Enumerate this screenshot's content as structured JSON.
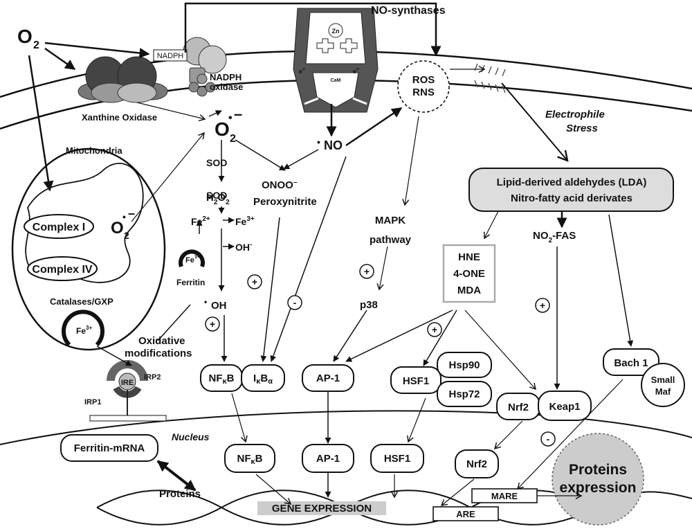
{
  "molecules": {
    "o2": "O",
    "o2_sub": "2",
    "superoxide": "O",
    "superoxide_sub": "2",
    "superoxide_charge": "–",
    "superoxide_dot": "•",
    "mito_o2": "O",
    "mito_o2_sub": "2",
    "mito_o2_charge": "–",
    "mito_o2_dot": "•",
    "no_dot": "•",
    "no": "NO",
    "sod": "SOD",
    "h2o2": "H",
    "h2o2_sub1": "2",
    "h2o2_o": "O",
    "h2o2_sub2": "2",
    "fe2": "Fe",
    "fe2_sup": "2+",
    "fe3": "Fe",
    "fe3_sup": "3+",
    "oh_minus": "OH",
    "oh_minus_sup": "-",
    "oh_radical_dot": "•",
    "oh_radical": "OH",
    "onoo": "ONOO",
    "onoo_sup": "–",
    "peroxynitrite": "Peroxynitrite",
    "ferritin_fe": "Fe",
    "ferritin_fe_sup": "3+",
    "ferritin": "Ferritin",
    "mito_fe": "Fe",
    "mito_fe_sup": "3+"
  },
  "enzymes": {
    "nadph_box": "NADPH",
    "nadph_oxidase_line1": "NADPH",
    "nadph_oxidase_line2": "oxidase",
    "xanthine_oxidase": "Xanthine Oxidase",
    "no_synthases": "NO-synthases",
    "nos_zn": "Zn",
    "nos_cam": "CaM",
    "nos_e_left": "e",
    "nos_e_right": "e",
    "nos_e_sup": "+"
  },
  "mitochondria": {
    "title": "Mitochondria",
    "complex1": "Complex I",
    "complex4": "Complex IV",
    "catalases": "Catalases/GXP"
  },
  "ros": {
    "line1": "ROS",
    "line2": "RNS"
  },
  "electrophile": {
    "line1": "Electrophile",
    "line2": "Stress"
  },
  "lda": {
    "line1": "Lipid-derived aldehydes (LDA)",
    "line2": "Nitro-fatty acid derivates"
  },
  "aldehydes": {
    "a1": "HNE",
    "a2": "4-ONE",
    "a3": "MDA"
  },
  "no2fas": {
    "prefix": "NO",
    "sub": "2",
    "suffix": "-FAS"
  },
  "mapk": {
    "line1": "MAPK",
    "line2": "pathway"
  },
  "p38": "p38",
  "oxidative": {
    "line1": "Oxidative",
    "line2": "modifications"
  },
  "iron_regulation": {
    "irp1": "IRP1",
    "irp2": "IRP2",
    "ire": "IRE"
  },
  "factors": {
    "nfkb": "NF",
    "nfkb_sub": "κ",
    "nfkb_b": "B",
    "ikba_i": "I",
    "ikba_sub1": "κ",
    "ikba_b": "B",
    "ikba_sub2": "α",
    "ap1": "AP-1",
    "hsf1": "HSF1",
    "hsp90": "Hsp90",
    "hsp72": "Hsp72",
    "nrf2": "Nrf2",
    "keap1": "Keap1",
    "bach1": "Bach 1",
    "small_maf_line1": "Small",
    "small_maf_line2": "Maf"
  },
  "nucleus": {
    "label": "Nucleus",
    "ferritin_mrna": "Ferritin-mRNA",
    "proteins": "Proteins",
    "nfkb": "NF",
    "nfkb_sub": "κ",
    "nfkb_b": "B",
    "ap1": "AP-1",
    "hsf1": "HSF1",
    "nrf2": "Nrf2",
    "gene_expression": "GENE EXPRESSION",
    "mare": "MARE",
    "are": "ARE",
    "proteins_expression_line1": "Proteins",
    "proteins_expression_line2": "expression"
  },
  "signs": {
    "plus": "+",
    "minus": "-"
  }
}
